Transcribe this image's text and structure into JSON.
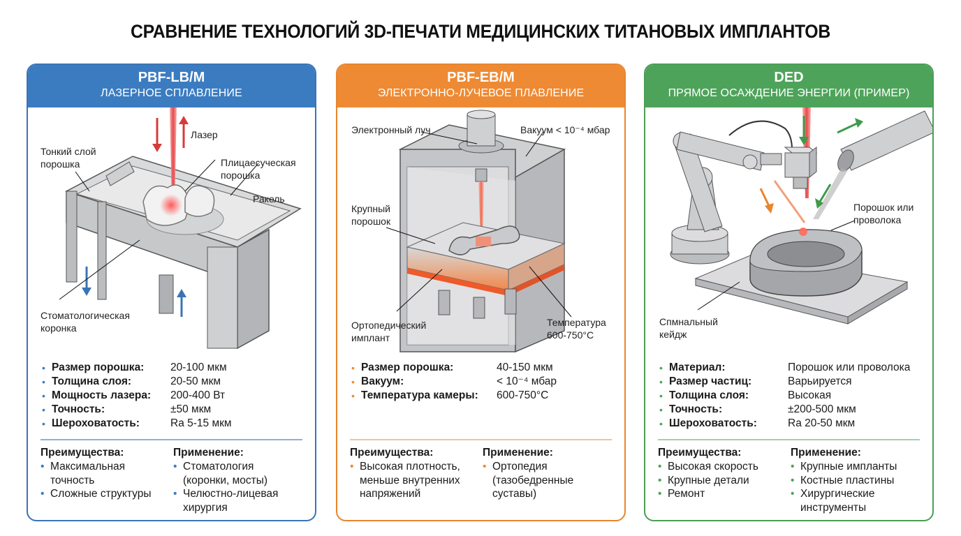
{
  "title": "СРАВНЕНИЕ ТЕХНОЛОГИЙ 3D-ПЕЧАТИ МЕДИЦИНСКИХ ТИТАНОВЫХ ИМПЛАНТОВ",
  "colors": {
    "blue": "#3b7cc1",
    "orange": "#ee8a33",
    "green": "#4ea35a",
    "laser": "#e84a4a"
  },
  "panels": [
    {
      "code": "PBF-LB/M",
      "subtitle": "ЛАЗЕРНОЕ СПЛАВЛЕНИЕ",
      "labels": {
        "laser": "Лазер",
        "thin_layer_1": "Тонкий слой",
        "thin_layer_2": "порошка",
        "powder_bed_1": "Плицaeсуческая",
        "powder_bed_2": "порошка",
        "recoater": "Ракель",
        "crown_1": "Стоматологическая",
        "crown_2": "коронка"
      },
      "specs": [
        {
          "key": "Размер порошка:",
          "value": "20-100 мкм"
        },
        {
          "key": "Толщина слоя:",
          "value": "20-50 мкм"
        },
        {
          "key": "Мощность лазера:",
          "value": "200-400 Вт"
        },
        {
          "key": "Точность:",
          "value": "±50 мкм"
        },
        {
          "key": "Шероховатость:",
          "value": "Ra 5-15 мкм"
        }
      ],
      "advantages_title": "Преимущества:",
      "advantages": [
        [
          "Максимальная",
          "точность"
        ],
        [
          "Сложные структуры"
        ]
      ],
      "applications_title": "Применение:",
      "applications": [
        [
          "Стоматология",
          "(коронки, мосты)"
        ],
        [
          "Челюстно-лицевая",
          "хирургия"
        ]
      ]
    },
    {
      "code": "PBF-EB/M",
      "subtitle": "ЭЛЕКТРОННО-ЛУЧЕВОЕ ПЛАВЛЕНИЕ",
      "labels": {
        "beam": "Электронный луч",
        "vacuum": "Вакуум < 10⁻⁴ мбар",
        "coarse_1": "Крупный",
        "coarse_2": "порошок",
        "implant_1": "Ортопедический",
        "implant_2": "имплант",
        "temp_1": "Температура",
        "temp_2": "600-750°C"
      },
      "specs": [
        {
          "key": "Размер порошка:",
          "value": "40-150 мкм"
        },
        {
          "key": "Вакуум:",
          "value": "< 10⁻⁴ мбар"
        },
        {
          "key": "Температура камеры:",
          "value": "600-750°C"
        }
      ],
      "advantages_title": "Преимущества:",
      "advantages": [
        [
          "Высокая плотность,",
          "меньше внутренних",
          "напряжений"
        ]
      ],
      "applications_title": "Применение:",
      "applications": [
        [
          "Ортопедия",
          "(тазобедренные",
          "суставы)"
        ]
      ]
    },
    {
      "code": "DED",
      "subtitle": "ПРЯМОЕ ОСАЖДЕНИЕ ЭНЕРГИИ (ПРИМЕР)",
      "labels": {
        "feed_1": "Порошок или",
        "feed_2": "проволока",
        "cage_1": "Спмнальный",
        "cage_2": "кейдж"
      },
      "specs": [
        {
          "key": "Материал:",
          "value": "Порошок или проволока"
        },
        {
          "key": "Размер частиц:",
          "value": "Варьируется"
        },
        {
          "key": "Толщина слоя:",
          "value": "Высокая"
        },
        {
          "key": "Точность:",
          "value": "±200-500 мкм"
        },
        {
          "key": "Шероховатость:",
          "value": "Ra 20-50 мкм"
        }
      ],
      "advantages_title": "Преимущества:",
      "advantages": [
        [
          "Высокая скорость"
        ],
        [
          "Крупные детали"
        ],
        [
          "Ремонт"
        ]
      ],
      "applications_title": "Применение:",
      "applications": [
        [
          "Крупные импланты"
        ],
        [
          "Костные пластины"
        ],
        [
          "Хирургические",
          "инструменты"
        ]
      ]
    }
  ]
}
